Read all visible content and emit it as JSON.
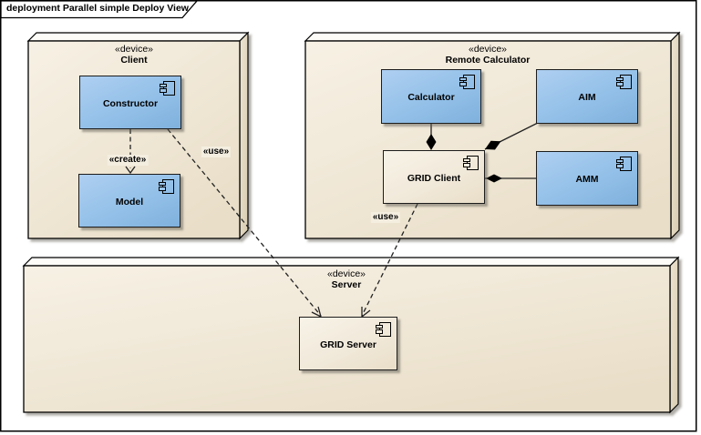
{
  "diagram": {
    "title": "deployment Parallel simple Deploy View"
  },
  "nodes": {
    "client": {
      "stereotype": "«device»",
      "name": "Client"
    },
    "remote_calculator": {
      "stereotype": "«device»",
      "name": "Remote Calculator"
    },
    "server": {
      "stereotype": "«device»",
      "name": "Server"
    }
  },
  "components": {
    "constructor": {
      "label": "Constructor"
    },
    "model": {
      "label": "Model"
    },
    "calculator": {
      "label": "Calculator"
    },
    "aim": {
      "label": "AIM"
    },
    "grid_client": {
      "label": "GRID Client"
    },
    "amm": {
      "label": "AMM"
    },
    "grid_server": {
      "label": "GRID Server"
    }
  },
  "connectors": {
    "create": {
      "label": "«create»"
    },
    "use_constructor": {
      "label": "«use»"
    },
    "use_gridclient": {
      "label": "«use»"
    }
  },
  "colors": {
    "component_fill": "#93c0e8",
    "device_fill": "#f2ebdc",
    "device_top_face": "#fdfcf8",
    "device_side_face": "#e3d9c4",
    "line": "#222222",
    "frame": "#000000"
  }
}
